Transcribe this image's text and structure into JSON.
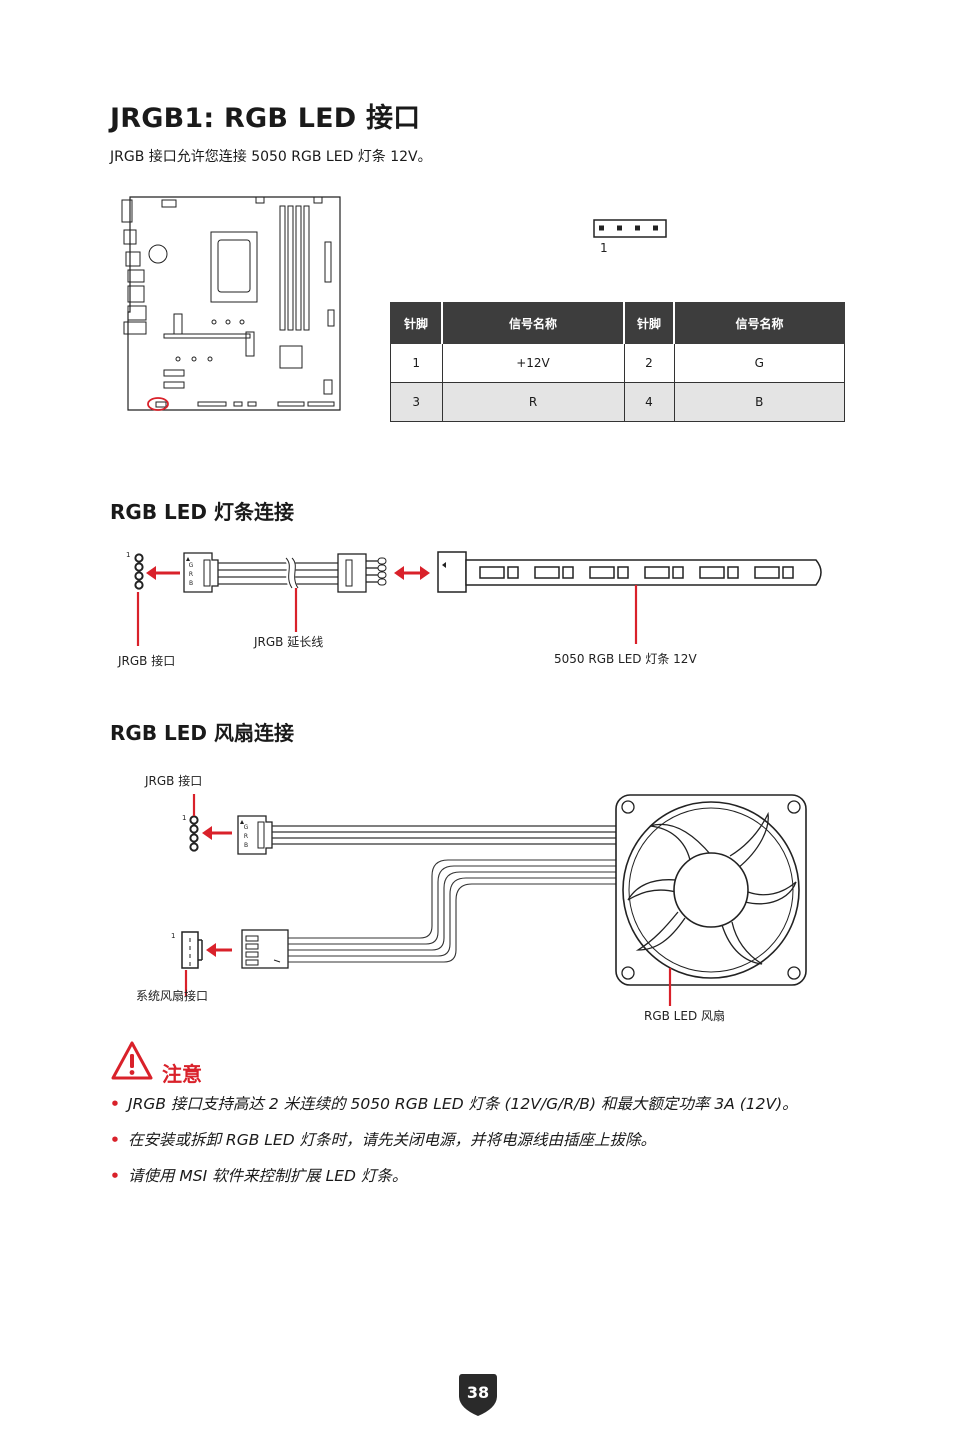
{
  "header": {
    "title": "JRGB1: RGB LED 接口",
    "intro": "JRGB 接口允许您连接 5050 RGB LED 灯条 12V。"
  },
  "pin_diagram": {
    "pin1_label": "1"
  },
  "pin_table": {
    "headers": [
      "针脚",
      "信号名称",
      "针脚",
      "信号名称"
    ],
    "rows": [
      [
        "1",
        "+12V",
        "2",
        "G"
      ],
      [
        "3",
        "R",
        "4",
        "B"
      ]
    ]
  },
  "strip_section": {
    "title": "RGB LED 灯条连接",
    "pin1": "1",
    "plug_letters": [
      "G",
      "R",
      "B"
    ],
    "label_header": "JRGB 接口",
    "label_cable": "JRGB 延长线",
    "label_strip": "5050 RGB LED 灯条 12V"
  },
  "fan_section": {
    "title": "RGB LED 风扇连接",
    "pin1_rgb": "1",
    "pin1_fan": "1",
    "plug_letters": [
      "G",
      "R",
      "B"
    ],
    "label_jrgb": "JRGB 接口",
    "label_sysfan": "系统风扇接口",
    "label_fan": "RGB LED 风扇"
  },
  "notice": {
    "title": "注意",
    "items": [
      "JRGB 接口支持高达 2 米连续的 5050 RGB LED 灯条 (12V/G/R/B) 和最大额定功率 3A (12V)。",
      "在安装或拆卸 RGB LED 灯条时，请先关闭电源，并将电源线由插座上拔除。",
      "请使用 MSI 软件来控制扩展 LED 灯条。"
    ]
  },
  "footer": {
    "page_number": "38"
  },
  "colors": {
    "accent": "#d9212a",
    "table_header": "#3d3d3d"
  }
}
